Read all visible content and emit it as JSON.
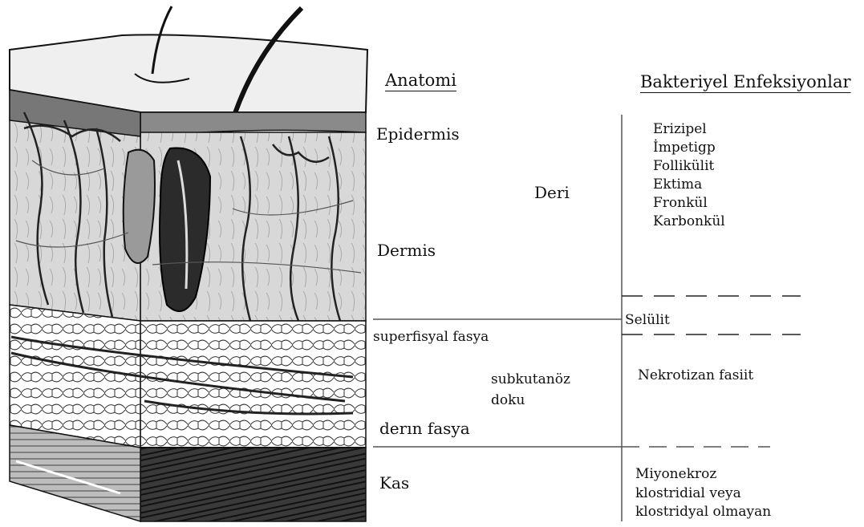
{
  "anatomy": {
    "header": "Anatomi",
    "layers": {
      "epidermis": "Epidermis",
      "dermis": "Dermis",
      "skin": "Deri",
      "superficial_fascia": "superfisyal fasya",
      "subcutaneous_tissue_line1": "subkutanöz",
      "subcutaneous_tissue_line2": "doku",
      "deep_fascia": "derın fasya",
      "muscle": "Kas"
    }
  },
  "infections": {
    "header": "Bakteriyel Enfeksiyonlar",
    "skin_infections": [
      "Erizipel",
      "İmpetigp",
      "Follikülit",
      "Ektima",
      "Fronkül",
      "Karbonkül"
    ],
    "fascia_infection": "Selülit",
    "subcutaneous_infection": "Nekrotizan fasiit",
    "muscle_infections": [
      "Miyonekroz",
      "klostridial veya",
      "klostridyal olmayan"
    ]
  }
}
